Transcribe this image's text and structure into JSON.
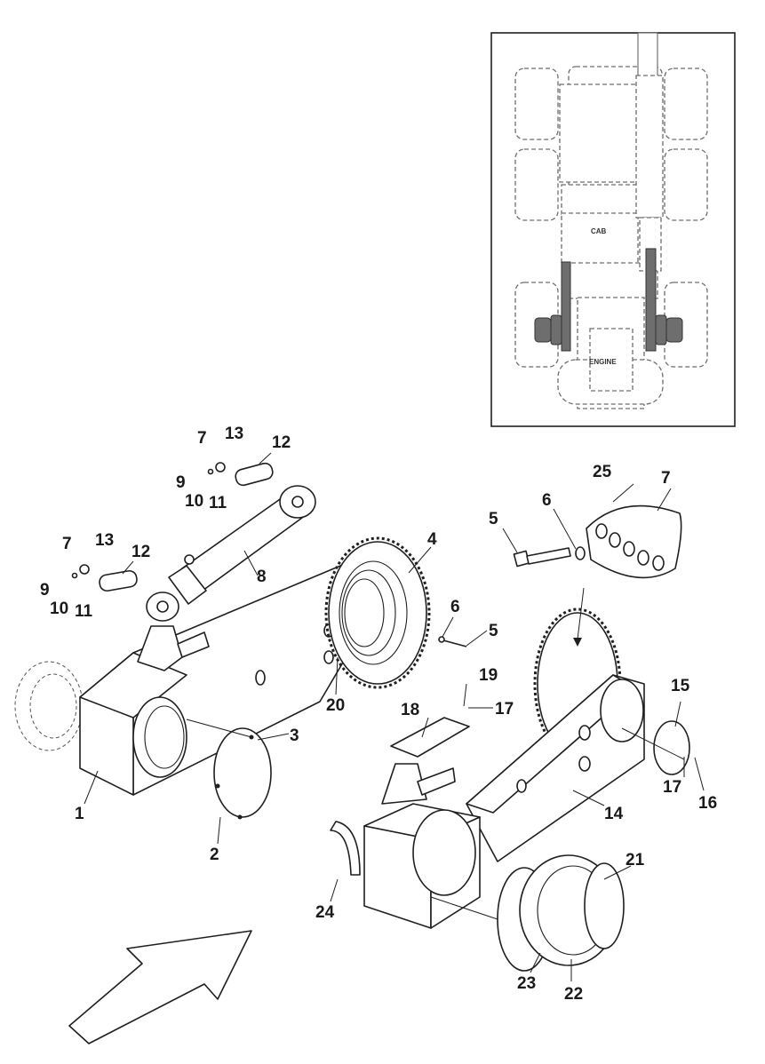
{
  "inset": {
    "cab_label": "CAB",
    "engine_label": "ENGINE"
  },
  "callouts": [
    {
      "id": "c1",
      "text": "1"
    },
    {
      "id": "c2",
      "text": "2"
    },
    {
      "id": "c3",
      "text": "3"
    },
    {
      "id": "c4",
      "text": "4"
    },
    {
      "id": "c5a",
      "text": "5"
    },
    {
      "id": "c5b",
      "text": "5"
    },
    {
      "id": "c6a",
      "text": "6"
    },
    {
      "id": "c6b",
      "text": "6"
    },
    {
      "id": "c7a",
      "text": "7"
    },
    {
      "id": "c7b",
      "text": "7"
    },
    {
      "id": "c7c",
      "text": "7"
    },
    {
      "id": "c8",
      "text": "8"
    },
    {
      "id": "c9a",
      "text": "9"
    },
    {
      "id": "c9b",
      "text": "9"
    },
    {
      "id": "c10a",
      "text": "10"
    },
    {
      "id": "c10b",
      "text": "10"
    },
    {
      "id": "c11a",
      "text": "11"
    },
    {
      "id": "c11b",
      "text": "11"
    },
    {
      "id": "c12a",
      "text": "12"
    },
    {
      "id": "c12b",
      "text": "12"
    },
    {
      "id": "c13a",
      "text": "13"
    },
    {
      "id": "c13b",
      "text": "13"
    },
    {
      "id": "c14",
      "text": "14"
    },
    {
      "id": "c15",
      "text": "15"
    },
    {
      "id": "c16",
      "text": "16"
    },
    {
      "id": "c17a",
      "text": "17"
    },
    {
      "id": "c17b",
      "text": "17"
    },
    {
      "id": "c18",
      "text": "18"
    },
    {
      "id": "c19",
      "text": "19"
    },
    {
      "id": "c20",
      "text": "20"
    },
    {
      "id": "c21",
      "text": "21"
    },
    {
      "id": "c22",
      "text": "22"
    },
    {
      "id": "c23",
      "text": "23"
    },
    {
      "id": "c24",
      "text": "24"
    },
    {
      "id": "c25",
      "text": "25"
    }
  ]
}
